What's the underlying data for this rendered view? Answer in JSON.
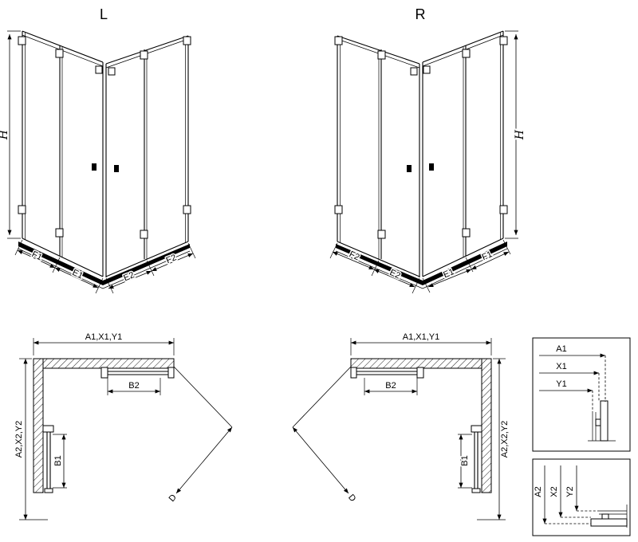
{
  "drawing": {
    "iso_left": {
      "variant": "L",
      "h": "H",
      "f1": "F1",
      "e1": "E1",
      "e2": "E2",
      "f2": "F2"
    },
    "iso_right": {
      "variant": "R",
      "h": "H",
      "f1": "F1",
      "e1": "E1",
      "e2": "E2",
      "f2": "F2"
    },
    "plan_left": {
      "width": "A1,X1,Y1",
      "height": "A2,X2,Y2",
      "b1": "B1",
      "b2": "B2",
      "d": "D"
    },
    "plan_right": {
      "width": "A1,X1,Y1",
      "height": "A2,X2,Y2",
      "b1": "B1",
      "b2": "B2",
      "d": "D"
    },
    "detail_horizontal": {
      "a1": "A1",
      "x1": "X1",
      "y1": "Y1"
    },
    "detail_vertical": {
      "a2": "A2",
      "x2": "X2",
      "y2": "Y2"
    },
    "colors": {
      "line": "#000000",
      "background": "#ffffff"
    }
  }
}
